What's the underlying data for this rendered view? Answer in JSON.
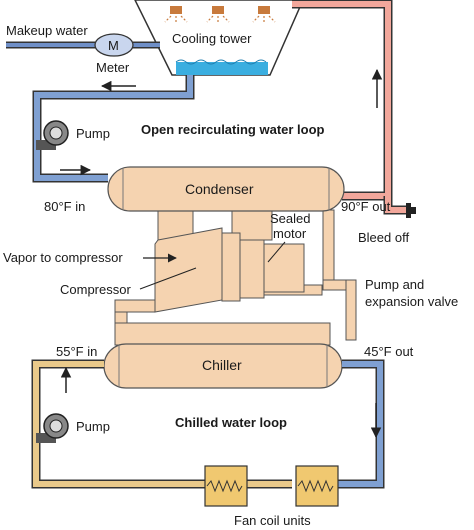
{
  "labels": {
    "makeup_water": "Makeup water",
    "meter_symbol": "M",
    "meter": "Meter",
    "cooling_tower": "Cooling tower",
    "pump_top": "Pump",
    "open_loop": "Open recirculating water loop",
    "condenser": "Condenser",
    "temp_80_in": "80°F in",
    "temp_90_out": "90°F out",
    "bleed_off": "Bleed off",
    "sealed_motor_line1": "Sealed",
    "sealed_motor_line2": "motor",
    "vapor_to_compressor": "Vapor to compressor",
    "compressor": "Compressor",
    "pump_expansion_line1": "Pump and",
    "pump_expansion_line2": "expansion valve",
    "temp_55_in": "55°F in",
    "temp_45_out": "45°F out",
    "chiller": "Chiller",
    "pump_bottom": "Pump",
    "chilled_loop": "Chilled water loop",
    "fan_coil_units": "Fan coil units"
  },
  "colors": {
    "condenser_pipe": "#5b7fb8",
    "tower_riser_pipe": "#f2a79b",
    "chilled_pipe": "#e9c98a",
    "chiller_return_pipe": "#5b7fb8",
    "equipment_fill": "#f5d3b0",
    "water": "#3aaee0",
    "fan_coil_fill": "#f0c870"
  }
}
